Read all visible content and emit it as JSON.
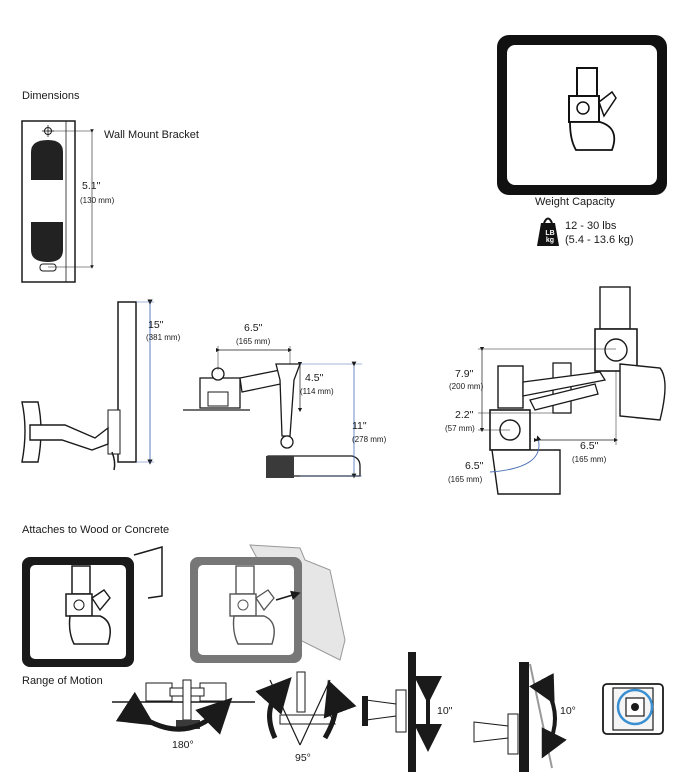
{
  "headings": {
    "dimensions": "Dimensions",
    "attaches": "Attaches to Wood or Concrete",
    "range": "Range of Motion"
  },
  "bracket": {
    "label": "Wall Mount Bracket",
    "height": "5.1\"",
    "height_mm": "(130 mm)"
  },
  "weight": {
    "title": "Weight Capacity",
    "badge_top": "LB",
    "badge_bottom": "kg",
    "lbs": "12 - 30 lbs",
    "kg": "(5.4 - 13.6 kg)"
  },
  "side_dims": {
    "height": "15\"",
    "height_mm": "(381 mm)"
  },
  "top_dims": {
    "width": "6.5\"",
    "width_mm": "(165 mm)",
    "rise": "4.5\"",
    "rise_mm": "(114 mm)",
    "total": "11\"",
    "total_mm": "(278 mm)"
  },
  "front_dims": {
    "drop": "7.9\"",
    "drop_mm": "(200 mm)",
    "offset": "2.2\"",
    "offset_mm": "(57 mm)",
    "arm": "6.5\"",
    "arm_mm": "(165 mm)",
    "arm2": "6.5\"",
    "arm2_mm": "(165 mm)"
  },
  "motion": {
    "swivel": "180°",
    "tilt": "95°",
    "lift": "10\"",
    "angle": "10°"
  },
  "colors": {
    "dim_line": "#4a6fb5",
    "arrow": "#3a8fd0",
    "ink": "#1a1a1a",
    "panel": "#e6e6e6"
  }
}
